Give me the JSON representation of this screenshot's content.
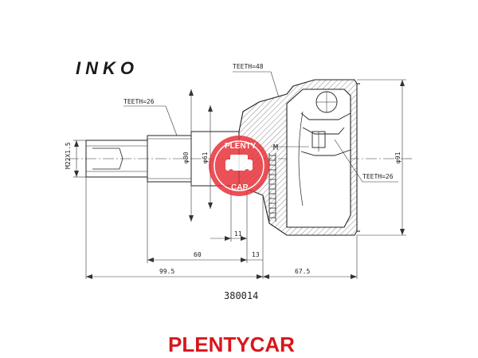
{
  "brand": {
    "logo_text": "INKO"
  },
  "labels": {
    "teeth_top": "TEETH=48",
    "teeth_shaft": "TEETH=26",
    "teeth_inner": "TEETH=26",
    "thread": "M22X1.5",
    "dia_80": "φ80",
    "dia_61": "φ61",
    "dia_91": "φ91",
    "marker_m": "M",
    "dim_11": "11",
    "dim_60": "60",
    "dim_13": "13",
    "dim_99_5": "99.5",
    "dim_67_5": "67.5"
  },
  "part_number": "380014",
  "watermark": {
    "top": "PLENTY",
    "bottom": "CAR",
    "color": "#e8323a"
  },
  "footer": {
    "text": "PLENTYCAR",
    "color": "#d8161b"
  }
}
